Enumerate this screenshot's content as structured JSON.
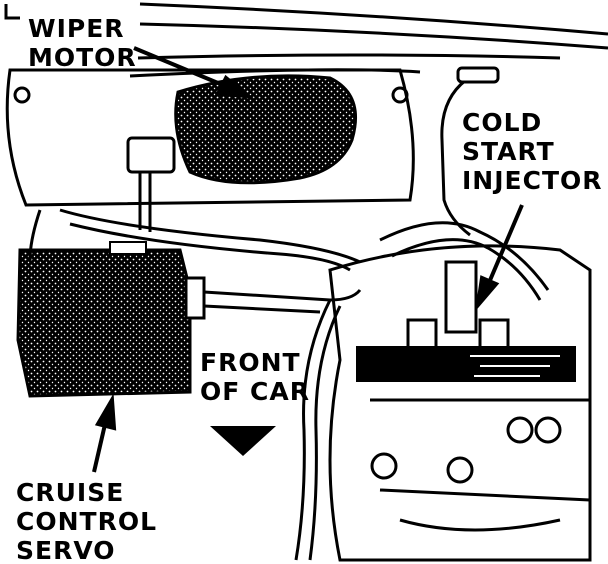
{
  "labels": {
    "wiper_motor": [
      "WIPER",
      "MOTOR"
    ],
    "cold_start_injector": [
      "COLD",
      "START",
      "INJECTOR"
    ],
    "front_of_car": [
      "FRONT",
      "OF CAR"
    ],
    "cruise_control_servo": [
      "CRUISE",
      "CONTROL",
      "SERVO"
    ]
  },
  "colors": {
    "ink": "#000000",
    "paper": "#ffffff"
  },
  "icons": {
    "direction": "down-arrow-icon"
  }
}
